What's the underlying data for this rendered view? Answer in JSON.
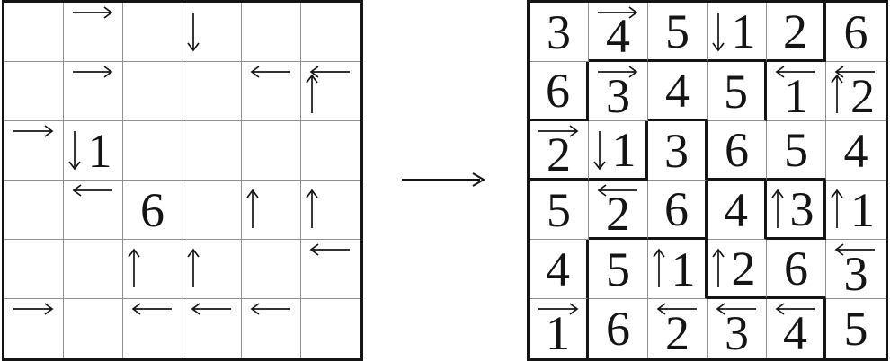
{
  "figure": {
    "description_labels": {},
    "middle_arrow_direction": "right"
  },
  "colors": {
    "background": "#ffffff",
    "ink": "#141414",
    "thin_line": "#8f8f8f"
  },
  "left_grid": {
    "rows": 6,
    "cols": 6,
    "cells": [
      {
        "r": 1,
        "c": 2,
        "h": "right"
      },
      {
        "r": 1,
        "c": 4,
        "v": "down"
      },
      {
        "r": 2,
        "c": 2,
        "h": "right"
      },
      {
        "r": 2,
        "c": 5,
        "h": "left"
      },
      {
        "r": 2,
        "c": 6,
        "h": "left",
        "v": "up"
      },
      {
        "r": 3,
        "c": 1,
        "h": "right"
      },
      {
        "r": 3,
        "c": 2,
        "v": "down",
        "value": "1"
      },
      {
        "r": 4,
        "c": 2,
        "h": "left"
      },
      {
        "r": 4,
        "c": 3,
        "value": "6"
      },
      {
        "r": 4,
        "c": 5,
        "v": "up"
      },
      {
        "r": 4,
        "c": 6,
        "v": "up"
      },
      {
        "r": 5,
        "c": 3,
        "v": "up"
      },
      {
        "r": 5,
        "c": 4,
        "v": "up"
      },
      {
        "r": 5,
        "c": 6,
        "h": "left"
      },
      {
        "r": 6,
        "c": 1,
        "h": "right"
      },
      {
        "r": 6,
        "c": 3,
        "h": "left"
      },
      {
        "r": 6,
        "c": 4,
        "h": "left"
      },
      {
        "r": 6,
        "c": 5,
        "h": "left"
      }
    ]
  },
  "right_grid": {
    "rows": 6,
    "cols": 6,
    "cells": [
      {
        "r": 1,
        "c": 1,
        "value": "3"
      },
      {
        "r": 1,
        "c": 2,
        "value": "4",
        "h": "right",
        "bold": "b"
      },
      {
        "r": 1,
        "c": 3,
        "value": "5",
        "bold": "b"
      },
      {
        "r": 1,
        "c": 4,
        "value": "1",
        "v": "down",
        "bold": "b"
      },
      {
        "r": 1,
        "c": 5,
        "value": "2",
        "bold": "rb"
      },
      {
        "r": 1,
        "c": 6,
        "value": "6"
      },
      {
        "r": 2,
        "c": 1,
        "value": "6",
        "bold": "rb"
      },
      {
        "r": 2,
        "c": 2,
        "value": "3",
        "h": "right"
      },
      {
        "r": 2,
        "c": 3,
        "value": "4",
        "bold": "b"
      },
      {
        "r": 2,
        "c": 4,
        "value": "5",
        "bold": "r"
      },
      {
        "r": 2,
        "c": 5,
        "value": "1",
        "h": "left"
      },
      {
        "r": 2,
        "c": 6,
        "value": "2",
        "h": "left",
        "v": "up"
      },
      {
        "r": 3,
        "c": 1,
        "value": "2",
        "h": "right",
        "bold": "b"
      },
      {
        "r": 3,
        "c": 2,
        "value": "1",
        "v": "down",
        "bold": "rb"
      },
      {
        "r": 3,
        "c": 3,
        "value": "3",
        "bold": "r"
      },
      {
        "r": 3,
        "c": 4,
        "value": "6",
        "bold": "b"
      },
      {
        "r": 3,
        "c": 5,
        "value": "5",
        "bold": "b"
      },
      {
        "r": 3,
        "c": 6,
        "value": "4"
      },
      {
        "r": 4,
        "c": 1,
        "value": "5"
      },
      {
        "r": 4,
        "c": 2,
        "value": "2",
        "h": "left",
        "bold": "b"
      },
      {
        "r": 4,
        "c": 3,
        "value": "6",
        "bold": "rb"
      },
      {
        "r": 4,
        "c": 4,
        "value": "4",
        "bold": "r"
      },
      {
        "r": 4,
        "c": 5,
        "value": "3",
        "v": "up",
        "bold": "rb"
      },
      {
        "r": 4,
        "c": 6,
        "value": "1",
        "v": "up"
      },
      {
        "r": 5,
        "c": 1,
        "value": "4",
        "bold": "r"
      },
      {
        "r": 5,
        "c": 2,
        "value": "5"
      },
      {
        "r": 5,
        "c": 3,
        "value": "1",
        "v": "up",
        "bold": "r"
      },
      {
        "r": 5,
        "c": 4,
        "value": "2",
        "v": "up",
        "bold": "b"
      },
      {
        "r": 5,
        "c": 5,
        "value": "6",
        "bold": "b"
      },
      {
        "r": 5,
        "c": 6,
        "value": "3",
        "h": "left"
      },
      {
        "r": 6,
        "c": 1,
        "value": "1",
        "h": "right",
        "bold": "r"
      },
      {
        "r": 6,
        "c": 2,
        "value": "6"
      },
      {
        "r": 6,
        "c": 3,
        "value": "2",
        "h": "left"
      },
      {
        "r": 6,
        "c": 4,
        "value": "3",
        "h": "left"
      },
      {
        "r": 6,
        "c": 5,
        "value": "4",
        "h": "left",
        "bold": "r"
      },
      {
        "r": 6,
        "c": 6,
        "value": "5"
      }
    ]
  }
}
